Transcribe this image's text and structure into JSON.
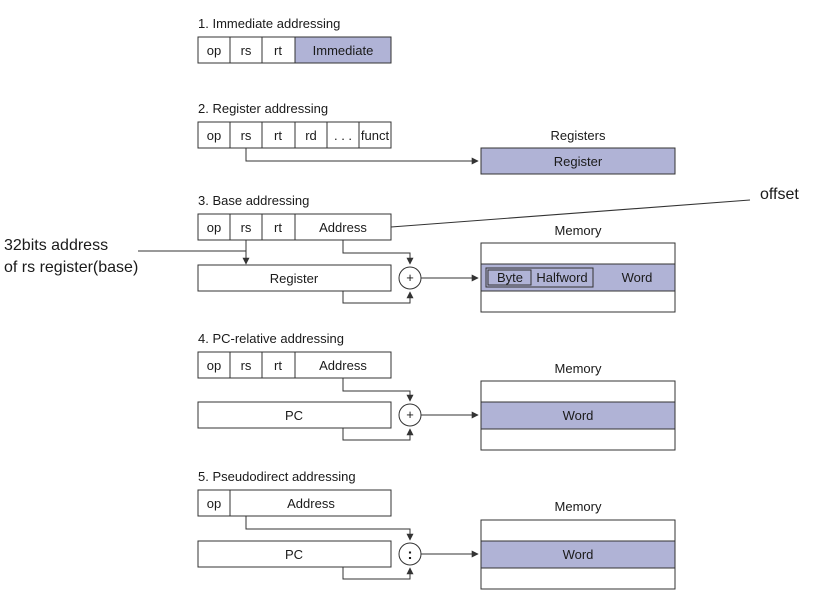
{
  "sections": [
    {
      "title": "1.  Immediate addressing",
      "fields": [
        "op",
        "rs",
        "rt",
        "Immediate"
      ]
    },
    {
      "title": "2. Register addressing",
      "fields": [
        "op",
        "rs",
        "rt",
        "rd",
        ". . .",
        "funct"
      ],
      "target_title": "Registers",
      "target_label": "Register"
    },
    {
      "title": "3.  Base addressing",
      "fields": [
        "op",
        "rs",
        "rt",
        "Address"
      ],
      "source_label": "Register",
      "operator": "+",
      "target_title": "Memory",
      "memory_cells": [
        "Byte",
        "Halfword",
        "Word"
      ]
    },
    {
      "title": "4.  PC-relative addressing",
      "fields": [
        "op",
        "rs",
        "rt",
        "Address"
      ],
      "source_label": "PC",
      "operator": "+",
      "target_title": "Memory",
      "memory_word": "Word"
    },
    {
      "title": "5.  Pseudodirect addressing",
      "fields": [
        "op",
        "Address"
      ],
      "source_label": "PC",
      "operator": ":",
      "target_title": "Memory",
      "memory_word": "Word"
    }
  ],
  "annotations": {
    "offset": "offset",
    "base_line1": "32bits address",
    "base_line2": "of rs register(base)"
  },
  "colors": {
    "highlight": "#b0b3d6",
    "line": "#333333"
  }
}
